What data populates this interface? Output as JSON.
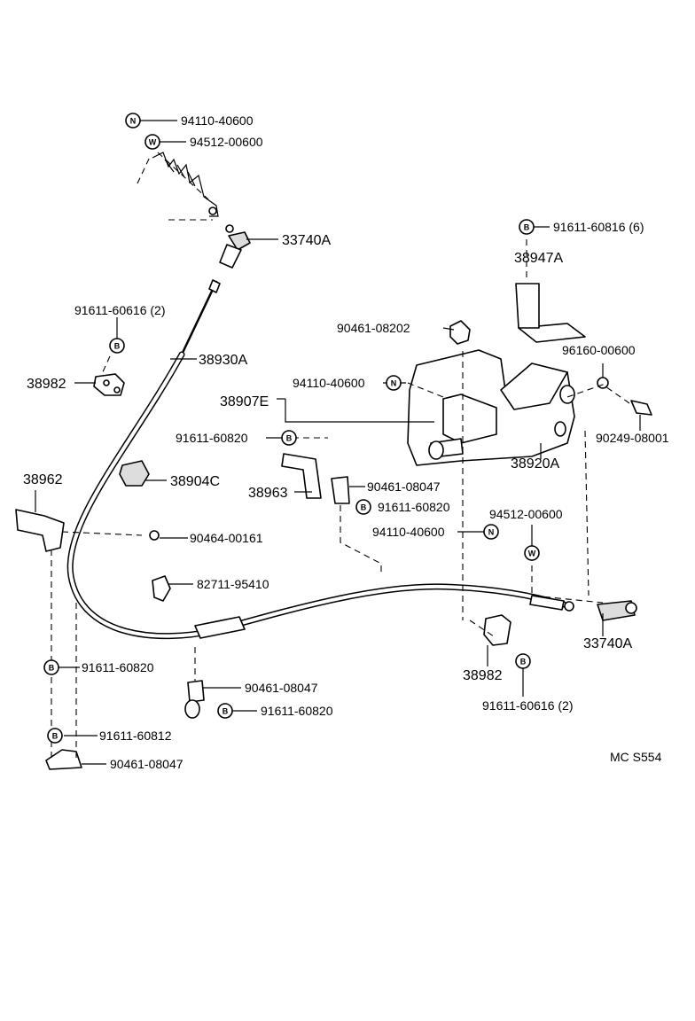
{
  "diagram_code": "MC S554",
  "symbols": {
    "N": "N",
    "W": "W",
    "B": "B"
  },
  "labels": {
    "p94110_top": "94110-40600",
    "p94512_top": "94512-00600",
    "p33740A_top": "33740A",
    "p91611_60816_6": "91611-60816 (6)",
    "p38947A": "38947A",
    "p90461_08202": "90461-08202",
    "p91611_60616_2_left": "91611-60616 (2)",
    "p38930A": "38930A",
    "p38982_left": "38982",
    "p96160_00600": "96160-00600",
    "p94110_mid": "94110-40600",
    "p38907E": "38907E",
    "p90249_08001": "90249-08001",
    "p91611_60820_a": "91611-60820",
    "p38920A": "38920A",
    "p38962": "38962",
    "p38904C": "38904C",
    "p38963": "38963",
    "p90461_08047_a": "90461-08047",
    "p91611_60820_b": "91611-60820",
    "p94512_right": "94512-00600",
    "p94110_right": "94110-40600",
    "p90464_00161": "90464-00161",
    "p82711_95410": "82711-95410",
    "p33740A_right": "33740A",
    "p91611_60820_c": "91611-60820",
    "p90461_08047_b": "90461-08047",
    "p91611_60820_d": "91611-60820",
    "p38982_right": "38982",
    "p91611_60616_2_right": "91611-60616 (2)",
    "p91611_60812": "91611-60812",
    "p90461_08047_c": "90461-08047"
  }
}
